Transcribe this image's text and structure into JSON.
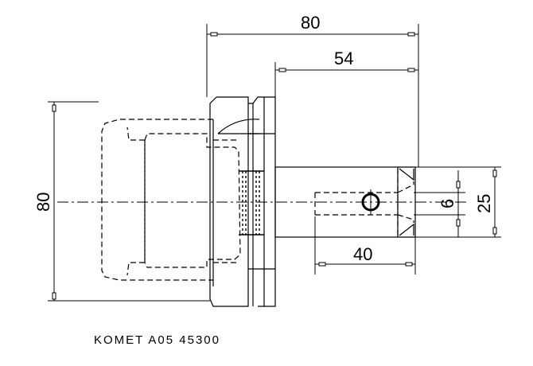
{
  "drawing": {
    "stroke_color": "#000000",
    "background_color": "#ffffff",
    "dimensions": {
      "overall_length": "80",
      "flange_to_end": "54",
      "body_diameter": "80",
      "bore_depth": "40",
      "bore_diameter": "6",
      "shank_diameter": "25"
    },
    "caption": "KOMET A05 45300"
  }
}
